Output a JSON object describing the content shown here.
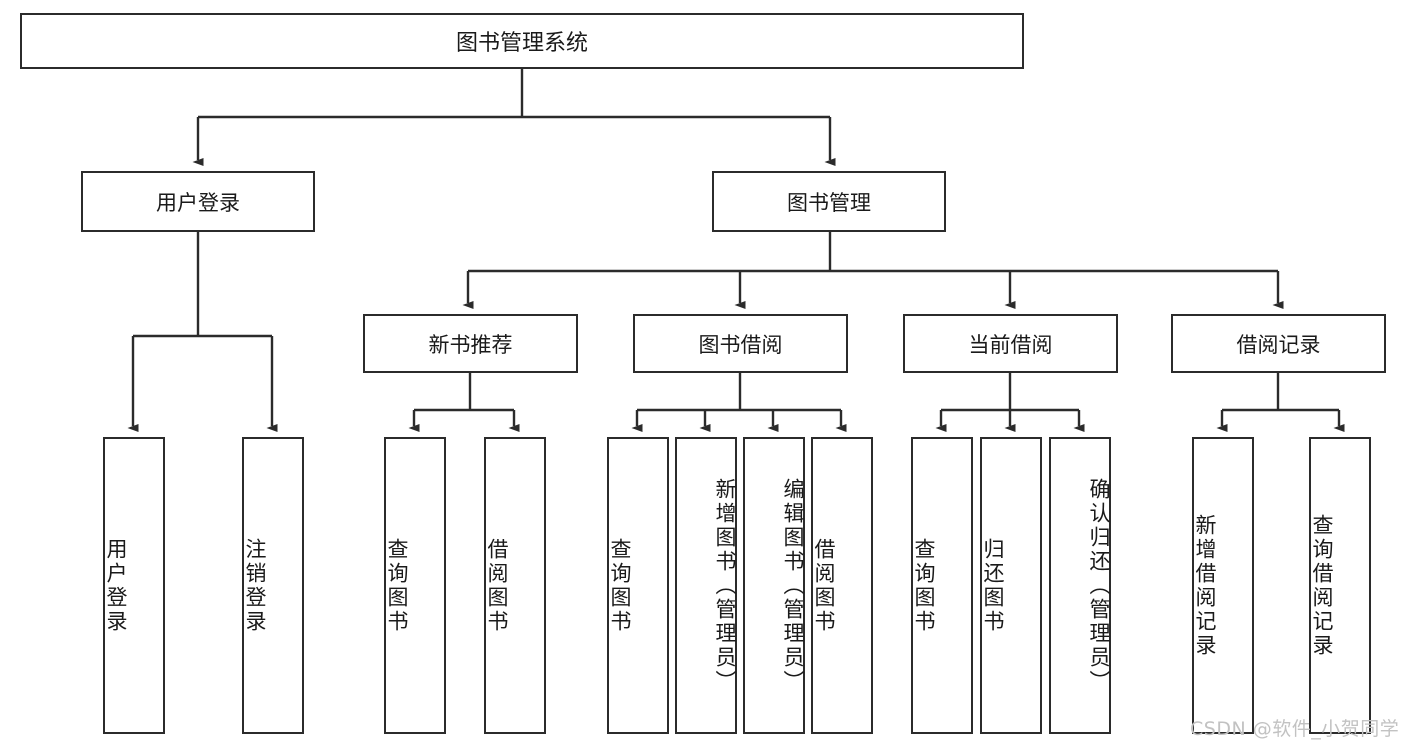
{
  "diagram": {
    "title": "图书管理系统",
    "type": "tree-hierarchy-chart",
    "root": {
      "label": "图书管理系统"
    },
    "level1": [
      {
        "label": "用户登录"
      },
      {
        "label": "图书管理"
      }
    ],
    "level2": [
      {
        "label": "新书推荐"
      },
      {
        "label": "图书借阅"
      },
      {
        "label": "当前借阅"
      },
      {
        "label": "借阅记录"
      }
    ],
    "leaves": {
      "user_login": [
        {
          "label": "用户登录"
        },
        {
          "label": "注销登录"
        }
      ],
      "new_book_recommend": [
        {
          "label": "查询图书"
        },
        {
          "label": "借阅图书"
        }
      ],
      "book_borrow": [
        {
          "label": "查询图书"
        },
        {
          "label": "新增图书（管理员）"
        },
        {
          "label": "编辑图书（管理员）"
        },
        {
          "label": "借阅图书"
        }
      ],
      "current_borrow": [
        {
          "label": "查询图书"
        },
        {
          "label": "归还图书"
        },
        {
          "label": "确认归还（管理员）"
        }
      ],
      "borrow_record": [
        {
          "label": "新增借阅记录"
        },
        {
          "label": "查询借阅记录"
        }
      ]
    }
  },
  "watermark": {
    "text": "CSDN @软件_小贺同学"
  },
  "colors": {
    "border": "#2b2b2b",
    "text": "#1a1a1a",
    "background": "#ffffff",
    "watermark": "#c2c2c2"
  }
}
